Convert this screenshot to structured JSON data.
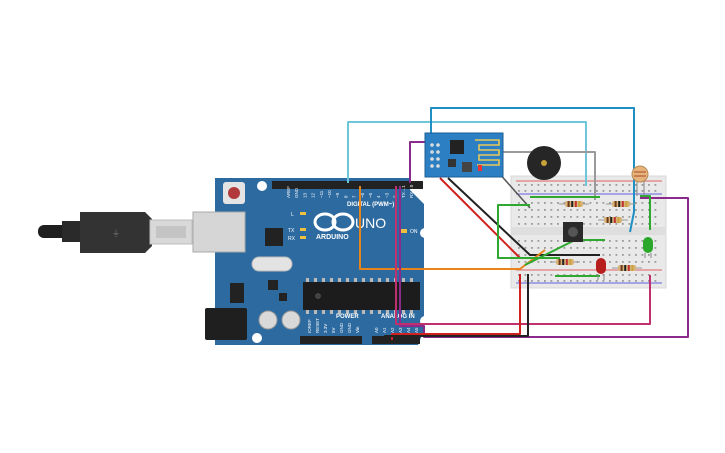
{
  "board": {
    "brand": "ARDUINO",
    "model": "UNO",
    "digital_header": "DIGITAL (PWM~)",
    "analog_header": "ANALOG IN",
    "power_header": "POWER",
    "on_led": "ON",
    "l_led": "L",
    "tx_led": "TX",
    "rx_led": "RX",
    "digital_pins": [
      "AREF",
      "GND",
      "13",
      "12",
      "~11",
      "~10",
      "~9",
      "8",
      "7",
      "~6",
      "~5",
      "4",
      "~3",
      "2",
      "TX→1",
      "RX←0"
    ],
    "power_pins": [
      "IOREF",
      "RESET",
      "3.3V",
      "5V",
      "GND",
      "GND",
      "Vin"
    ],
    "analog_pins": [
      "A0",
      "A1",
      "A2",
      "A3",
      "A4",
      "A5"
    ]
  },
  "colors": {
    "board": "#2c6aa0",
    "breadboard": "#e9e9e9",
    "wire_lightblue": "#6ec6d8",
    "wire_blue": "#1f8fc4",
    "wire_gray": "#9a9a9a",
    "wire_red": "#d02020",
    "wire_black": "#222222",
    "wire_orange": "#e8841c",
    "wire_purple": "#8a2a8a",
    "wire_magenta": "#c0306e",
    "wire_green": "#2ea82e",
    "esp_module": "#2b7fc2",
    "led_red": "#b81e1e",
    "led_green": "#2ba82b"
  },
  "components": [
    "usb-cable",
    "arduino-uno",
    "esp8266-module",
    "piezo-buzzer",
    "photoresistor",
    "pushbutton",
    "red-led",
    "green-led",
    "resistors",
    "breadboard"
  ]
}
